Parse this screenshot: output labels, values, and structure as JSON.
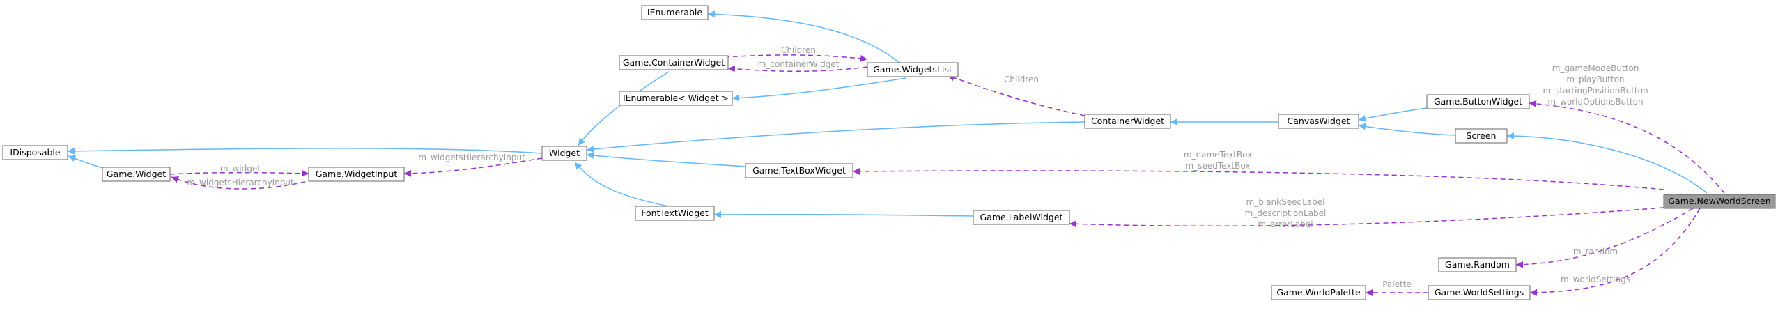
{
  "diagram": {
    "nodes": {
      "idisposable": "IDisposable",
      "game_widget": "Game.Widget",
      "game_widget_input": "Game.WidgetInput",
      "widget": "Widget",
      "ienumerable": "IEnumerable",
      "game_container_widget": "Game.ContainerWidget",
      "ienumerable_widget": "IEnumerable< Widget >",
      "game_widgets_list": "Game.WidgetsList",
      "font_text_widget": "FontTextWidget",
      "container_widget": "ContainerWidget",
      "game_textbox_widget": "Game.TextBoxWidget",
      "game_label_widget": "Game.LabelWidget",
      "canvas_widget": "CanvasWidget",
      "screen": "Screen",
      "game_button_widget": "Game.ButtonWidget",
      "game_new_world_screen": "Game.NewWorldScreen",
      "game_random": "Game.Random",
      "game_world_palette": "Game.WorldPalette",
      "game_world_settings": "Game.WorldSettings"
    },
    "edge_labels": {
      "children_top": "Children",
      "container_widget_label": "m_containerWidget",
      "children_mid": "Children",
      "widgets_hierarchy_input_1": "m_widgetsHierarchyInput",
      "widget_label": "m_widget",
      "widgets_hierarchy_input_2": "m_widgetsHierarchyInput",
      "button_widgets": [
        "m_gameModeButton",
        "m_playButton",
        "m_startingPositionButton",
        "m_worldOptionsButton"
      ],
      "textbox_widgets": [
        "m_nameTextBox",
        "m_seedTextBox"
      ],
      "label_widgets": [
        "m_blankSeedLabel",
        "m_descriptionLabel",
        "m_errorLabel"
      ],
      "random_label": "m_random",
      "world_settings_label": "m_worldSettings",
      "palette_label": "Palette"
    },
    "colors": {
      "inheritance_edge": "#63b8ff",
      "usage_edge": "#9a32cd",
      "edge_label_text": "#9a9a9a",
      "highlight_node_fill": "#999999",
      "node_border": "#666666"
    }
  }
}
